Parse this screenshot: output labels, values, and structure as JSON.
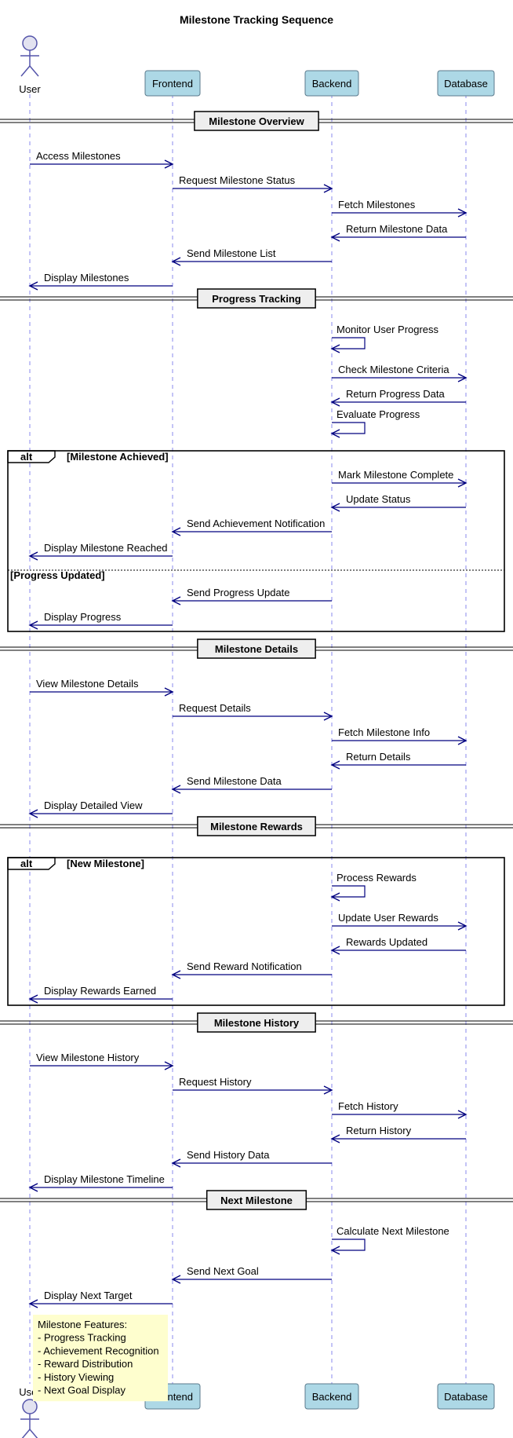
{
  "title": "Milestone Tracking Sequence",
  "participants": [
    {
      "id": "user",
      "label": "User",
      "kind": "actor"
    },
    {
      "id": "frontend",
      "label": "Frontend",
      "kind": "box"
    },
    {
      "id": "backend",
      "label": "Backend",
      "kind": "box"
    },
    {
      "id": "database",
      "label": "Database",
      "kind": "box"
    }
  ],
  "colors": {
    "participant_fill": "#ADD8E6",
    "participant_border": "#5B7A8C",
    "lifeline": "#8888EE",
    "arrow": "#00007F",
    "actor_fill": "#E2E2F0",
    "actor_stroke": "#5555AA",
    "divider_fill": "#EEEEEE",
    "note_fill": "#FEFECE"
  },
  "steps": [
    {
      "type": "divider",
      "label": "Milestone Overview"
    },
    {
      "type": "msg",
      "from": "user",
      "to": "frontend",
      "label": "Access Milestones"
    },
    {
      "type": "msg",
      "from": "frontend",
      "to": "backend",
      "label": "Request Milestone Status"
    },
    {
      "type": "msg",
      "from": "backend",
      "to": "database",
      "label": "Fetch Milestones"
    },
    {
      "type": "msg",
      "from": "database",
      "to": "backend",
      "label": "Return Milestone Data"
    },
    {
      "type": "msg",
      "from": "backend",
      "to": "frontend",
      "label": "Send Milestone List"
    },
    {
      "type": "msg",
      "from": "frontend",
      "to": "user",
      "label": "Display Milestones"
    },
    {
      "type": "divider",
      "label": "Progress Tracking"
    },
    {
      "type": "self",
      "on": "backend",
      "label": "Monitor User Progress"
    },
    {
      "type": "msg",
      "from": "backend",
      "to": "database",
      "label": "Check Milestone Criteria"
    },
    {
      "type": "msg",
      "from": "database",
      "to": "backend",
      "label": "Return Progress Data"
    },
    {
      "type": "self",
      "on": "backend",
      "label": "Evaluate Progress"
    },
    {
      "type": "alt",
      "keyword": "alt",
      "sections": [
        {
          "guard": "[Milestone Achieved]",
          "steps": [
            {
              "type": "msg",
              "from": "backend",
              "to": "database",
              "label": "Mark Milestone Complete"
            },
            {
              "type": "msg",
              "from": "database",
              "to": "backend",
              "label": "Update Status"
            },
            {
              "type": "msg",
              "from": "backend",
              "to": "frontend",
              "label": "Send Achievement Notification"
            },
            {
              "type": "msg",
              "from": "frontend",
              "to": "user",
              "label": "Display Milestone Reached"
            }
          ]
        },
        {
          "guard": "[Progress Updated]",
          "steps": [
            {
              "type": "msg",
              "from": "backend",
              "to": "frontend",
              "label": "Send Progress Update"
            },
            {
              "type": "msg",
              "from": "frontend",
              "to": "user",
              "label": "Display Progress"
            }
          ]
        }
      ]
    },
    {
      "type": "divider",
      "label": "Milestone Details"
    },
    {
      "type": "msg",
      "from": "user",
      "to": "frontend",
      "label": "View Milestone Details"
    },
    {
      "type": "msg",
      "from": "frontend",
      "to": "backend",
      "label": "Request Details"
    },
    {
      "type": "msg",
      "from": "backend",
      "to": "database",
      "label": "Fetch Milestone Info"
    },
    {
      "type": "msg",
      "from": "database",
      "to": "backend",
      "label": "Return Details"
    },
    {
      "type": "msg",
      "from": "backend",
      "to": "frontend",
      "label": "Send Milestone Data"
    },
    {
      "type": "msg",
      "from": "frontend",
      "to": "user",
      "label": "Display Detailed View"
    },
    {
      "type": "divider",
      "label": "Milestone Rewards"
    },
    {
      "type": "alt",
      "keyword": "alt",
      "sections": [
        {
          "guard": "[New Milestone]",
          "steps": [
            {
              "type": "self",
              "on": "backend",
              "label": "Process Rewards"
            },
            {
              "type": "msg",
              "from": "backend",
              "to": "database",
              "label": "Update User Rewards"
            },
            {
              "type": "msg",
              "from": "database",
              "to": "backend",
              "label": "Rewards Updated"
            },
            {
              "type": "msg",
              "from": "backend",
              "to": "frontend",
              "label": "Send Reward Notification"
            },
            {
              "type": "msg",
              "from": "frontend",
              "to": "user",
              "label": "Display Rewards Earned"
            }
          ]
        }
      ]
    },
    {
      "type": "divider",
      "label": "Milestone History"
    },
    {
      "type": "msg",
      "from": "user",
      "to": "frontend",
      "label": "View Milestone History"
    },
    {
      "type": "msg",
      "from": "frontend",
      "to": "backend",
      "label": "Request History"
    },
    {
      "type": "msg",
      "from": "backend",
      "to": "database",
      "label": "Fetch History"
    },
    {
      "type": "msg",
      "from": "database",
      "to": "backend",
      "label": "Return History"
    },
    {
      "type": "msg",
      "from": "backend",
      "to": "frontend",
      "label": "Send History Data"
    },
    {
      "type": "msg",
      "from": "frontend",
      "to": "user",
      "label": "Display Milestone Timeline"
    },
    {
      "type": "divider",
      "label": "Next Milestone"
    },
    {
      "type": "self",
      "on": "backend",
      "label": "Calculate Next Milestone"
    },
    {
      "type": "msg",
      "from": "backend",
      "to": "frontend",
      "label": "Send Next Goal"
    },
    {
      "type": "msg",
      "from": "frontend",
      "to": "user",
      "label": "Display Next Target"
    },
    {
      "type": "note",
      "lines": [
        "Milestone Features:",
        "- Progress Tracking",
        "- Achievement Recognition",
        "- Reward Distribution",
        "- History Viewing",
        "- Next Goal Display"
      ]
    }
  ]
}
